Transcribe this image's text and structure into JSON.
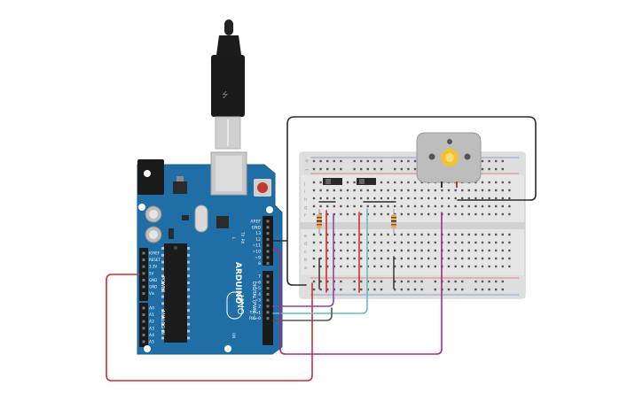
{
  "arduino": {
    "brand": "ARDUINO",
    "model": "UNO",
    "digital_label": "DIGITAL (PWM ~)",
    "power_label": "POWER",
    "analog_label": "ANALOG IN",
    "on_label": "ON",
    "tx_label": "TX",
    "rx_label": "RX",
    "l_label": "L",
    "power_pins": [
      "IOREF",
      "RESET",
      "3.3V",
      "5V",
      "GND",
      "GND",
      "Vin"
    ],
    "analog_pins": [
      "A0",
      "A1",
      "A2",
      "A3",
      "A4",
      "A5"
    ],
    "header_top_pins": [
      "AREF",
      "GND",
      "13",
      "12",
      "~11",
      "~10",
      "~9",
      "8"
    ],
    "header_bottom_pins": [
      "7",
      "~6",
      "~5",
      "4",
      "~3",
      "2",
      "TX→1",
      "RX←0"
    ]
  },
  "breadboard": {
    "row_letters_top": [
      "j",
      "i",
      "h",
      "g",
      "f"
    ],
    "row_letters_bottom": [
      "e",
      "d",
      "c",
      "b",
      "a"
    ],
    "rail_plus": "+",
    "rail_minus": "−"
  },
  "colors": {
    "pcb": "#1f6fa6",
    "wire_black": "#2b2b2b",
    "wire_red": "#d32f2f",
    "wire_purple": "#8e44ad",
    "wire_teal": "#5fc3c3",
    "wire_magenta": "#b0287a",
    "wire_gray": "#555555"
  }
}
